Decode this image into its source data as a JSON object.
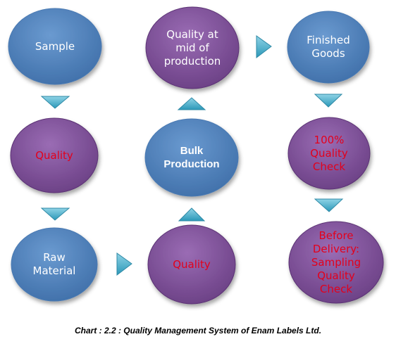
{
  "colors": {
    "blue_node": "#4f81bd",
    "purple_node": "#7e4f97",
    "arrow": "#4bacc6",
    "white_text": "#ffffff",
    "red_text": "#e3001b"
  },
  "nodes": {
    "sample": "Sample",
    "quality_1": "Quality",
    "raw_material": "Raw\nMaterial",
    "quality_2": "Quality",
    "bulk_production": "Bulk\nProduction",
    "quality_mid": "Quality at\nmid of\nproduction",
    "finished_goods": "Finished\nGoods",
    "quality_check": "100%\nQuality\nCheck",
    "before_delivery": "Before\nDelivery:\nSampling\nQuality\nCheck"
  },
  "caption": "Chart : 2.2 : Quality Management System of Enam Labels Ltd."
}
